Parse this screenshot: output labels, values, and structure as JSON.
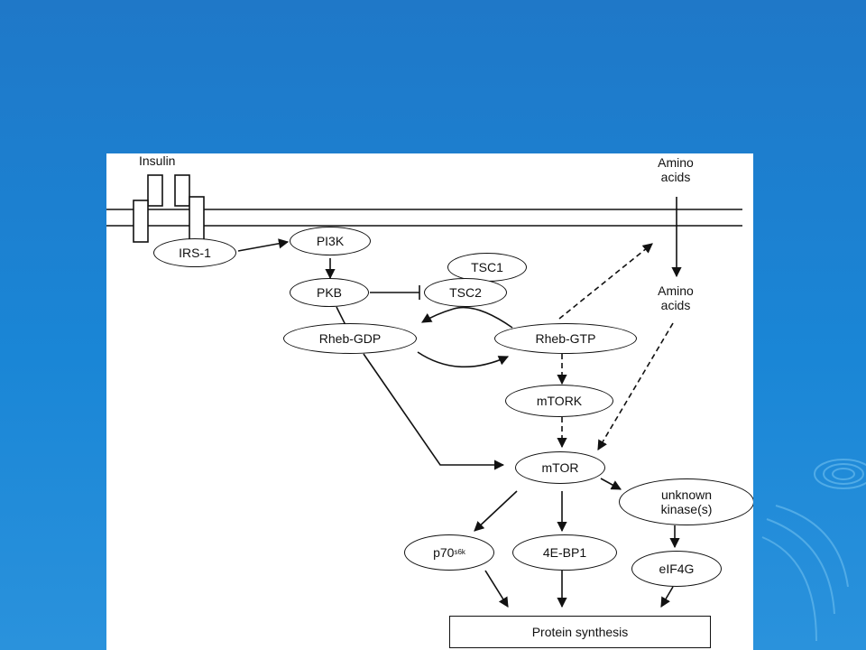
{
  "diagram": {
    "top_labels": {
      "insulin": "Insulin",
      "amino_acids_outside": "Amino\nacids"
    },
    "nodes": {
      "irs1": "IRS-1",
      "pi3k": "PI3K",
      "tsc1": "TSC1",
      "pkb": "PKB",
      "tsc2": "TSC2",
      "rheb_gdp": "Rheb-GDP",
      "rheb_gtp": "Rheb-GTP",
      "amino_acids_inside": "Amino\nacids",
      "mtork": "mTORK",
      "mtor": "mTOR",
      "unknown_kinase": "unknown\nkinase(s)",
      "p70_base": "p70",
      "p70_sup": "s6k",
      "fourebp1": "4E-BP1",
      "eif4g": "eIF4G",
      "protein_synthesis": "Protein synthesis"
    }
  },
  "colors": {
    "background_top": "#1f78c8",
    "background_bottom": "#2a92dc",
    "figure_bg": "#ffffff",
    "ink": "#111111"
  }
}
